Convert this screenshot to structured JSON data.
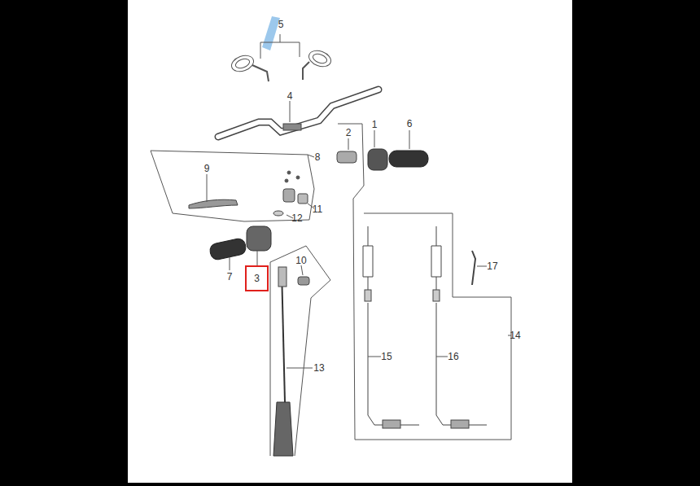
{
  "diagram": {
    "nodes": [
      {
        "text": [
          "3"
        ]
      }
    ],
    "labels": [
      "5",
      "4",
      "2",
      "1",
      "6",
      "8",
      "9",
      "11",
      "12",
      "7",
      "17",
      "10",
      "14",
      "13",
      "15",
      "16"
    ]
  }
}
